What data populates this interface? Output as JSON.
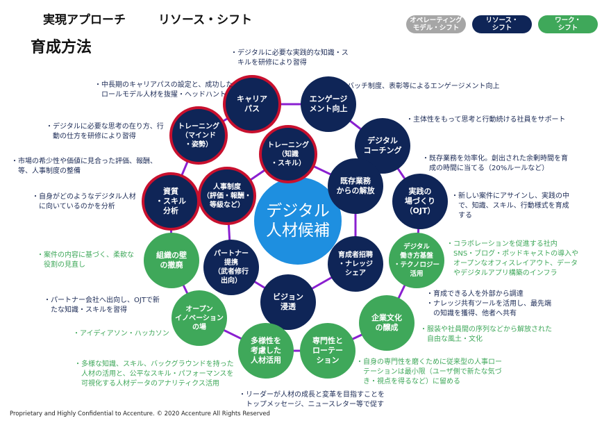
{
  "header": {
    "approach": "実現アプローチ",
    "shift": "リソース・シフト",
    "title": "育成方法"
  },
  "tags": [
    {
      "label": "オペレーティング\nモデル・シフト",
      "color": "#a6a6a6"
    },
    {
      "label": "リソース・\nシフト",
      "color": "#0f2557"
    },
    {
      "label": "ワーク・\nシフト",
      "color": "#3fa85a"
    }
  ],
  "center": {
    "label": "デジタル\n人材候補",
    "color": "#1e8fe0"
  },
  "nodes": [
    {
      "id": "career",
      "label": "キャリア\nパス"
    },
    {
      "id": "engagement",
      "label": "エンゲージ\nメント向上"
    },
    {
      "id": "coaching",
      "label": "デジタル\nコーチング"
    },
    {
      "id": "training-mind",
      "label": "トレーニング\n（マインド\n・姿勢）"
    },
    {
      "id": "training-skill",
      "label": "トレーニング\n（知識\n・スキル）"
    },
    {
      "id": "release",
      "label": "既存業務\nからの解放"
    },
    {
      "id": "hr-system",
      "label": "人事制度\n（評価・報酬・\n等級など）"
    },
    {
      "id": "aptitude",
      "label": "資質\n・スキル\n分析"
    },
    {
      "id": "ojt",
      "label": "実践の\n場づくり\n（OJT）"
    },
    {
      "id": "org-wall",
      "label": "組織の壁\nの撤廃"
    },
    {
      "id": "partner",
      "label": "パートナー\n提携\n（武者修行\n出向）"
    },
    {
      "id": "knowledge",
      "label": "育成者招聘\n・ナレッジ\nシェア"
    },
    {
      "id": "work-infra",
      "label": "デジタル\n働き方基盤\n・テクノロジー\n活用"
    },
    {
      "id": "vision",
      "label": "ビジョン\n浸透"
    },
    {
      "id": "open-innovation",
      "label": "オープン\nイノベーション\nの場"
    },
    {
      "id": "culture",
      "label": "企業文化\nの醸成"
    },
    {
      "id": "diversity",
      "label": "多様性を\n考慮した\n人材活用"
    },
    {
      "id": "rotation",
      "label": "専門性と\nローテー\nション"
    }
  ],
  "notes": {
    "training_skill": "・デジタルに必要な実践的な知識・ス\n　キルを研修により習得",
    "career": "・中長期のキャリアパスの設定と、成功した\n　ロールモデル人材を抜擢・ヘッドハント",
    "engagement": "バッチ制度、表彰等によるエンゲージメント向上",
    "coaching": "・主体性をもって思考と行動続ける社員をサポート",
    "training_mind": "・デジタルに必要な思考の在り方、行\n　動の仕方を研修により習得",
    "release": "・既存業務を効率化。創出された余剰時間を育\n　成の時間に当てる（20%ルールなど）",
    "hr": "・市場の希少性や価値に見合った評価、報酬、\n　等、人事制度の整備",
    "ojt": "・新しい案件にアサインし、実践の中\n　で、知識、スキル、行動様式を育成\n　する",
    "aptitude": "・自身がどのようなデジタル人材\n　に向いているのかを分析",
    "work_infra": "・コラボレーションを促進する社内\n　SNS・ブログ・ポッドキャストの導入や\n　オープンなオフィスレイアウト、データ\n　やデジタルアプリ構築のインフラ",
    "org_wall": "・案件の内容に基づく、柔軟な\n　役割の見直し",
    "knowledge": "・育成できる人を外部から調達\n・ナレッジ共有ツールを活用し、最先端\n　の知識を獲得、他者へ共有",
    "partner": "・パートナー会社へ出向し、OJTで新\n　たな知識・スキルを習得",
    "culture": "・服装や社員間の序列などから解放された\n　自由な風土・文化",
    "open_innovation": "・アイディアソン・ハッカソン",
    "rotation": "・自身の専門性を磨くために従来型の人事ロー\n　テーションは最小限（ユーザ側で新たな気づ\n　き・視点を得るなど）に留める",
    "diversity": "・多様な知識、スキル、バックグラウンドを持った\n　人材の活用と、公平なスキル・パフォーマンスを\n　可視化する人材データのアナリティクス活用",
    "vision": "・リーダーが人材の成長と変革を目指すことを\n　トップメッセージ、ニュースレター等で促す"
  },
  "footer": "Proprietary and Highly Confidential to Accenture.   © 2020 Accenture All Rights Reserved"
}
